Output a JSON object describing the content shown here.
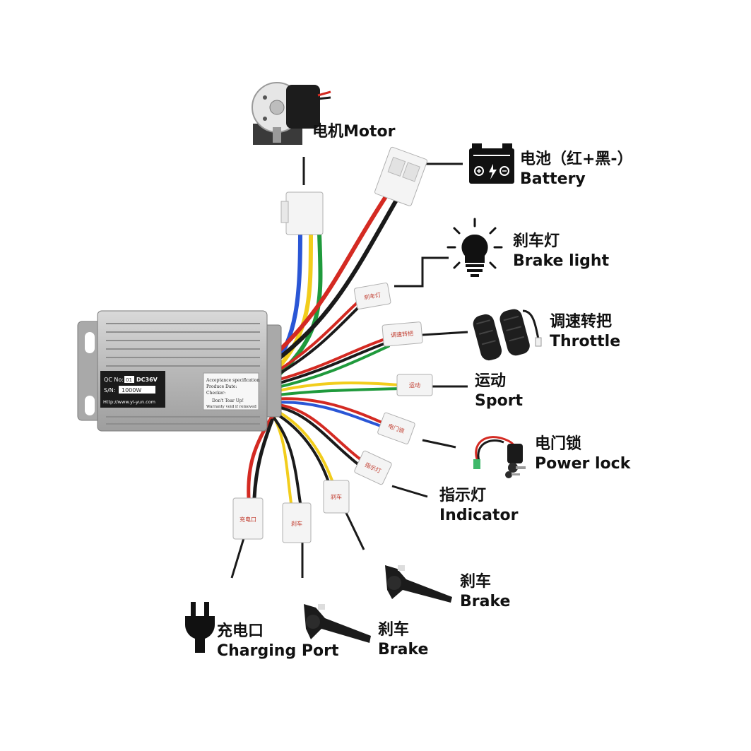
{
  "labels": {
    "motor": {
      "line1": "电机Motor"
    },
    "battery": {
      "line1": "电池（红+黑-）",
      "line2": "Battery"
    },
    "brake_light": {
      "line1": "刹车灯",
      "line2": "Brake light"
    },
    "throttle": {
      "line1": "调速转把",
      "line2": "Throttle"
    },
    "sport": {
      "line1": "运动",
      "line2": "Sport"
    },
    "power_lock": {
      "line1": "电门锁",
      "line2": "Power lock"
    },
    "indicator": {
      "line1": "指示灯",
      "line2": "Indicator"
    },
    "brake_right": {
      "line1": "刹车",
      "line2": "Brake"
    },
    "brake_left": {
      "line1": "刹车",
      "line2": "Brake"
    },
    "charging_port": {
      "line1": "充电口",
      "line2": "Charging Port"
    }
  },
  "controller": {
    "qc_label": "QC No:",
    "qc_value": "01",
    "voltage": "DC36V",
    "sn_label": "S/N:",
    "sn_value": "1000W",
    "website": "Http://www.yi-yun.com",
    "acceptance": "Acceptance specification",
    "produce_date": "Produce Date:",
    "checker": "Checker:",
    "warning1": "Don't Tear Up!",
    "warning2": "Warranty void if removed"
  },
  "connector_tags": {
    "brake_light": "刹车灯",
    "throttle": "调速转把",
    "sport": "运动",
    "power_lock": "电门锁",
    "indicator": "指示灯",
    "brake_1": "刹车",
    "brake_2": "刹车",
    "charging": "充电口"
  },
  "colors": {
    "red": "#d42a22",
    "black": "#1a1a1a",
    "blue": "#2a56d6",
    "yellow": "#f2cd1c",
    "green": "#1f9a3c",
    "white": "#f2f2f2",
    "case": "#bdbdbd",
    "label_bg": "#1b1b1b"
  },
  "icons": [
    "motor-icon",
    "battery-icon",
    "bulb-icon",
    "throttle-grip-icon",
    "key-switch-icon",
    "brake-lever-icon",
    "plug-icon"
  ]
}
